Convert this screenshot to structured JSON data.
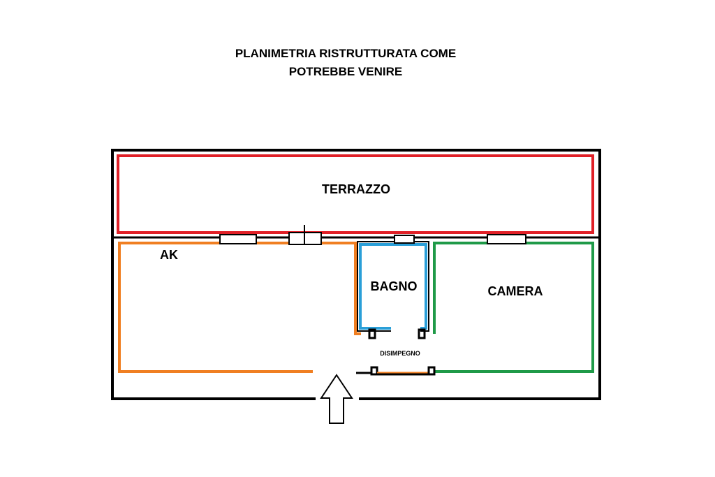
{
  "title": {
    "line1": "PLANIMETRIA RISTRUTTURATA COME",
    "line2": "POTREBBE VENIRE"
  },
  "rooms": {
    "terrazzo": {
      "label": "TERRAZZO",
      "color": "#e02027"
    },
    "ak": {
      "label": "AK",
      "color": "#f07f22"
    },
    "bagno": {
      "label": "BAGNO",
      "color": "#2a9fd8"
    },
    "camera": {
      "label": "CAMERA",
      "color": "#1f9a48"
    },
    "disimpegno": {
      "label": "DISIMPEGNO"
    }
  },
  "colors": {
    "outer_wall": "#000000"
  },
  "icons": {
    "entrance": "up-arrow-icon"
  }
}
